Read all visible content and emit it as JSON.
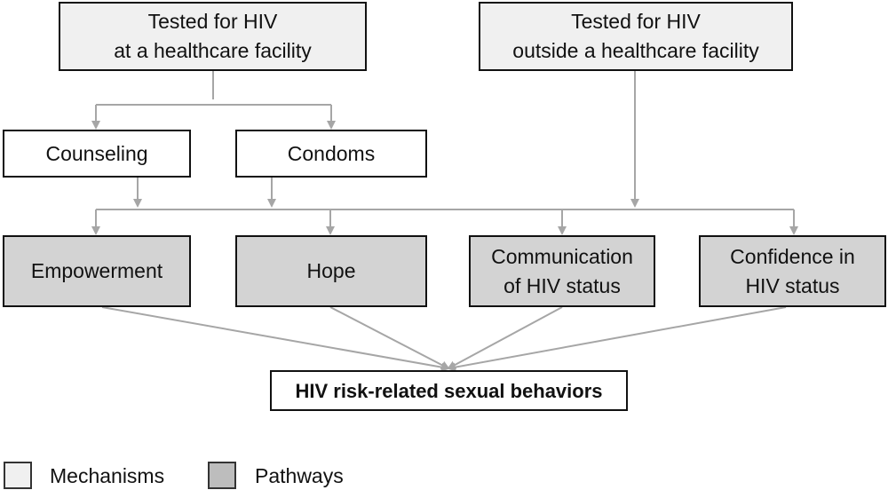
{
  "boxes": {
    "tested_facility": "Tested for HIV\nat a healthcare facility",
    "tested_outside": "Tested for HIV\noutside a healthcare facility",
    "counseling": "Counseling",
    "condoms": "Condoms",
    "empowerment": "Empowerment",
    "hope": "Hope",
    "communication": "Communication\nof HIV status",
    "confidence": "Confidence in\nHIV status",
    "outcome": "HIV risk-related sexual behaviors"
  },
  "legend": {
    "mechanisms": "Mechanisms",
    "pathways": "Pathways"
  },
  "colors": {
    "mechanism_fill": "#f0f0f0",
    "pathway_fill": "#d3d3d3",
    "arrow": "#a6a6a6"
  }
}
